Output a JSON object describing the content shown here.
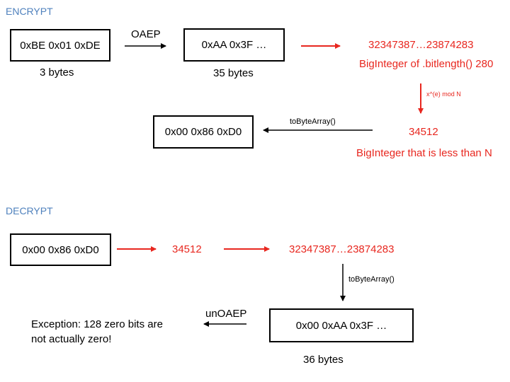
{
  "colors": {
    "section": "#4f81bd",
    "accent": "#e8271f",
    "ink": "#000000"
  },
  "encrypt": {
    "title": "ENCRYPT",
    "box_input": "0xBE 0x01 0xDE",
    "caption_input": "3 bytes",
    "arrow_oaep": "OAEP",
    "box_padded": "0xAA 0x3F …",
    "caption_padded": "35 bytes",
    "bigint_value": "32347387…23874283",
    "bigint_desc": "BigInteger of .bitlength() 280",
    "op_modexp": "x^(e) mod N",
    "result_value": "34512",
    "result_desc": "BigInteger that is less than N",
    "arrow_tobytes": "toByteArray()",
    "box_output": "0x00 0x86 0xD0"
  },
  "decrypt": {
    "title": "DECRYPT",
    "box_input": "0x00 0x86 0xD0",
    "value_cipher": "34512",
    "value_plain": "32347387…23874283",
    "arrow_tobytes": "toByteArray()",
    "box_bytes": "0x00 0xAA 0x3F …",
    "caption_bytes": "36 bytes",
    "arrow_unoaep": "unOAEP",
    "exception_line1": "Exception: 128 zero bits are",
    "exception_line2": "not actually zero!"
  }
}
